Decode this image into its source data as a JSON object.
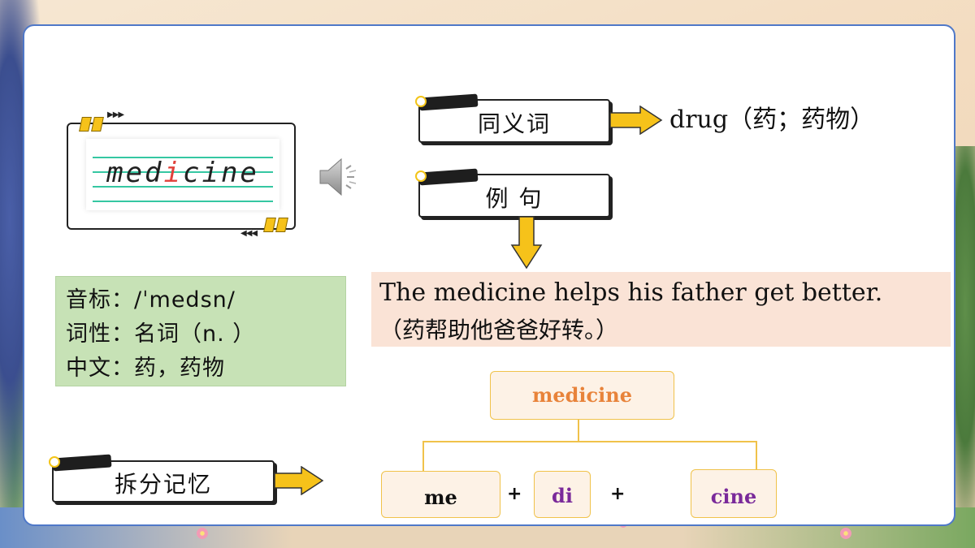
{
  "word": {
    "before": "med",
    "highlight": "i",
    "after": "cine"
  },
  "icons": {
    "speaker": "speaker-icon",
    "arrow": "yellow-right-arrow-icon"
  },
  "synonym": {
    "label": "同义词",
    "value": "drug（药；药物）"
  },
  "example": {
    "label": "例 句",
    "sentence_en": "The medicine helps his father get better.",
    "sentence_zh": "（药帮助他爸爸好转。）"
  },
  "info": {
    "phonetic": "音标：/ˈmedsn/",
    "pos": "词性：名词（n. ）",
    "chinese": "中文：药，药物"
  },
  "split": {
    "label": "拆分记忆",
    "root": "medicine",
    "parts": [
      "me",
      "di",
      "cine"
    ],
    "plus": "+"
  },
  "colors": {
    "root_text": "#e8833a",
    "part_me": "#111111",
    "part_di": "#7a2a9a",
    "part_cine": "#7a2a9a",
    "accent_yellow": "#f6c21a",
    "card_border": "#4f78c8"
  }
}
